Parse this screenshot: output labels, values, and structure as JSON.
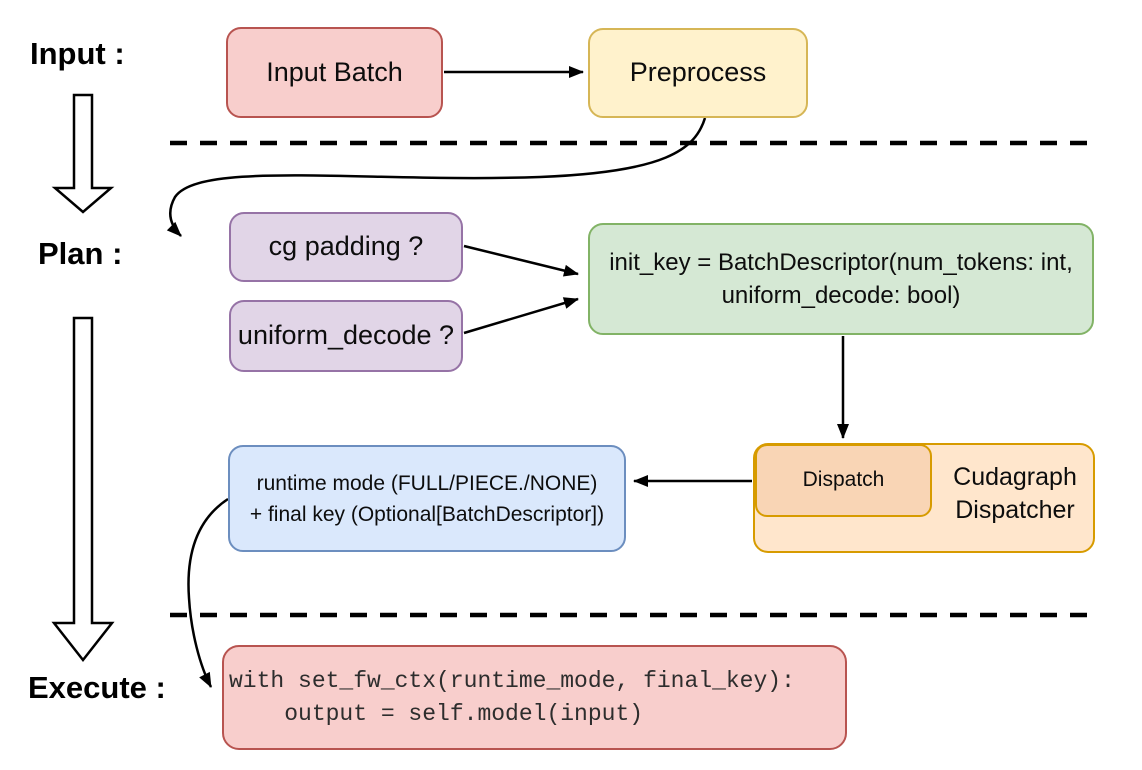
{
  "stages": {
    "input": "Input :",
    "plan": "Plan :",
    "execute": "Execute :"
  },
  "nodes": {
    "input_batch": "Input Batch",
    "preprocess": "Preprocess",
    "cg_padding": "cg padding ?",
    "uniform_decode": "uniform_decode ?",
    "init_key": {
      "line1": "init_key = BatchDescriptor(num_tokens: int,",
      "line2": "uniform_decode: bool)"
    },
    "dispatch": "Dispatch",
    "dispatcher": {
      "line1": "Cudagraph",
      "line2": "Dispatcher"
    },
    "runtime": {
      "line1": "runtime mode (FULL/PIECE./NONE)",
      "line2": "+ final key (Optional[BatchDescriptor])"
    },
    "execute_code": {
      "line1": "with set_fw_ctx(runtime_mode, final_key):",
      "line2": "    output = self.model(input)"
    }
  },
  "colors": {
    "red-fill": "#f8cecc",
    "red-stroke": "#b85450",
    "yellow-fill": "#fff2cc",
    "yellow-stroke": "#d6b656",
    "purple-fill": "#e1d5e7",
    "purple-stroke": "#9673a6",
    "green-fill": "#d5e8d4",
    "green-stroke": "#82b366",
    "blue-fill": "#dae8fc",
    "blue-stroke": "#6c8ebf",
    "orange-fill": "#ffe6cc",
    "orange-stroke": "#d79b00",
    "peach-fill": "#f9d5b5",
    "line-color": "#000000"
  }
}
